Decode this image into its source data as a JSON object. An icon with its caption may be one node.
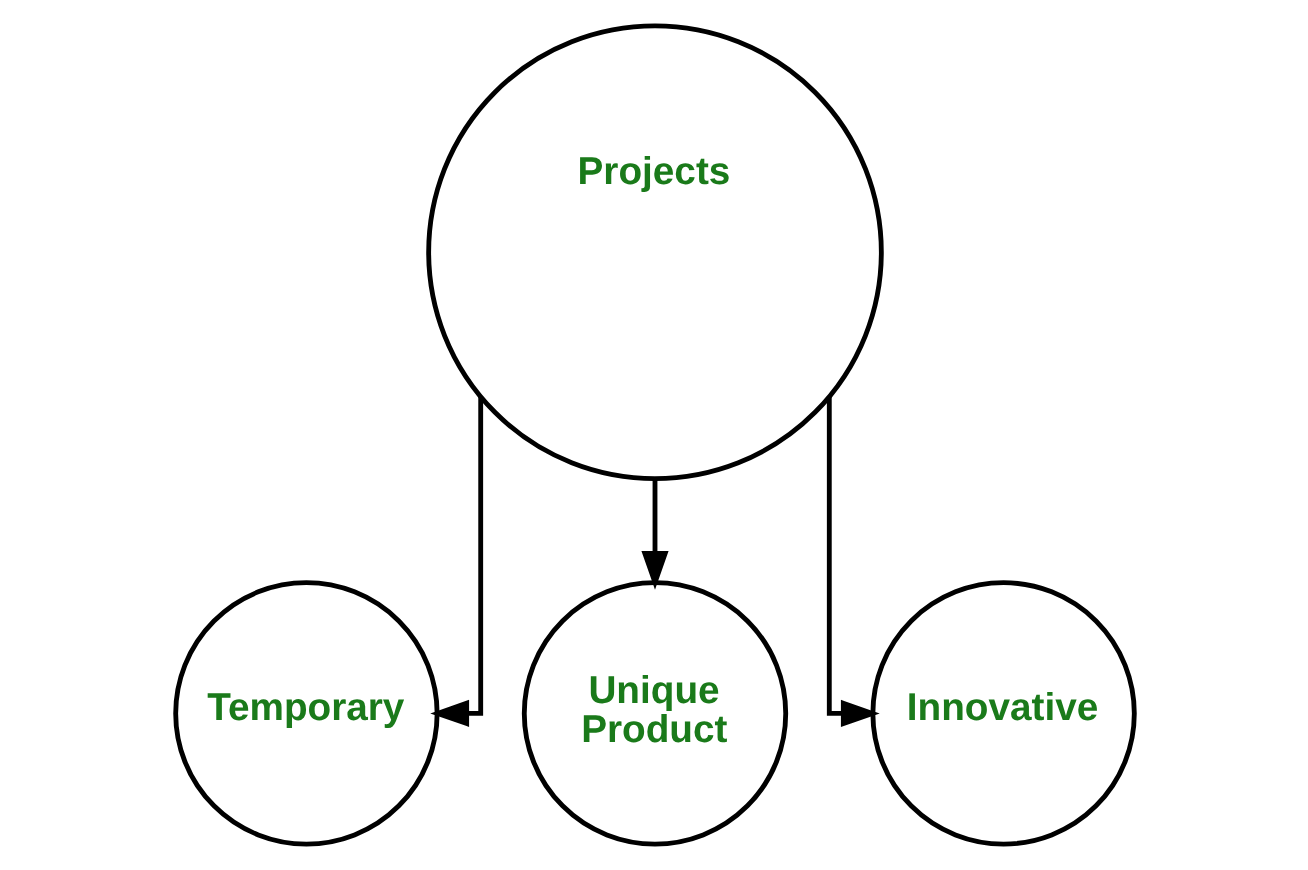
{
  "diagram": {
    "nodes": [
      {
        "text": [
          "Projects"
        ]
      },
      {
        "text": [
          "Temporary"
        ]
      },
      {
        "text": [
          "Unique Product"
        ]
      },
      {
        "text": [
          "Innovative"
        ]
      }
    ],
    "edges": [
      {
        "from": 0,
        "to": 1,
        "arrow": "to"
      },
      {
        "from": 0,
        "to": 2,
        "arrow": "to"
      },
      {
        "from": 0,
        "to": 3,
        "arrow": "to"
      }
    ]
  }
}
